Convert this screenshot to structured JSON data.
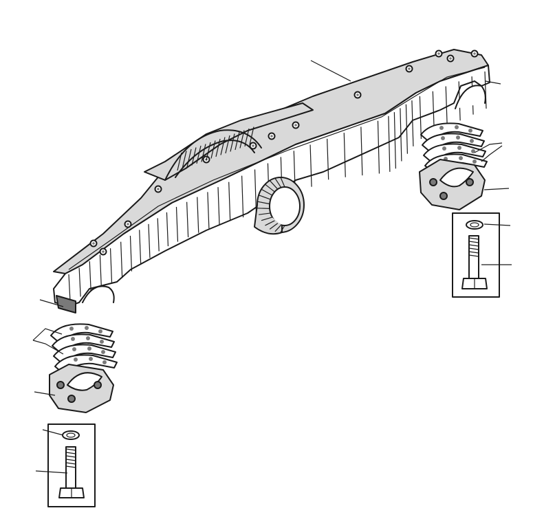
{
  "diagram": {
    "parts": [
      {
        "id": "axle-beam",
        "icon": "axle-beam-icon"
      },
      {
        "id": "trunnion-housing",
        "icon": "trunnion-housing-icon"
      },
      {
        "id": "left-shims",
        "icon": "shim-stack-icon"
      },
      {
        "id": "right-shims",
        "icon": "shim-stack-icon"
      },
      {
        "id": "left-bearing-cap",
        "icon": "bearing-cap-icon"
      },
      {
        "id": "right-bearing-cap",
        "icon": "bearing-cap-icon"
      },
      {
        "id": "left-washer",
        "icon": "washer-icon"
      },
      {
        "id": "left-bolt",
        "icon": "bolt-icon"
      },
      {
        "id": "right-washer",
        "icon": "washer-icon"
      },
      {
        "id": "right-bolt",
        "icon": "bolt-icon"
      }
    ],
    "colors": {
      "ink": "#1a1a1a",
      "paper": "#ffffff",
      "shade": "#d9d9d9"
    }
  }
}
